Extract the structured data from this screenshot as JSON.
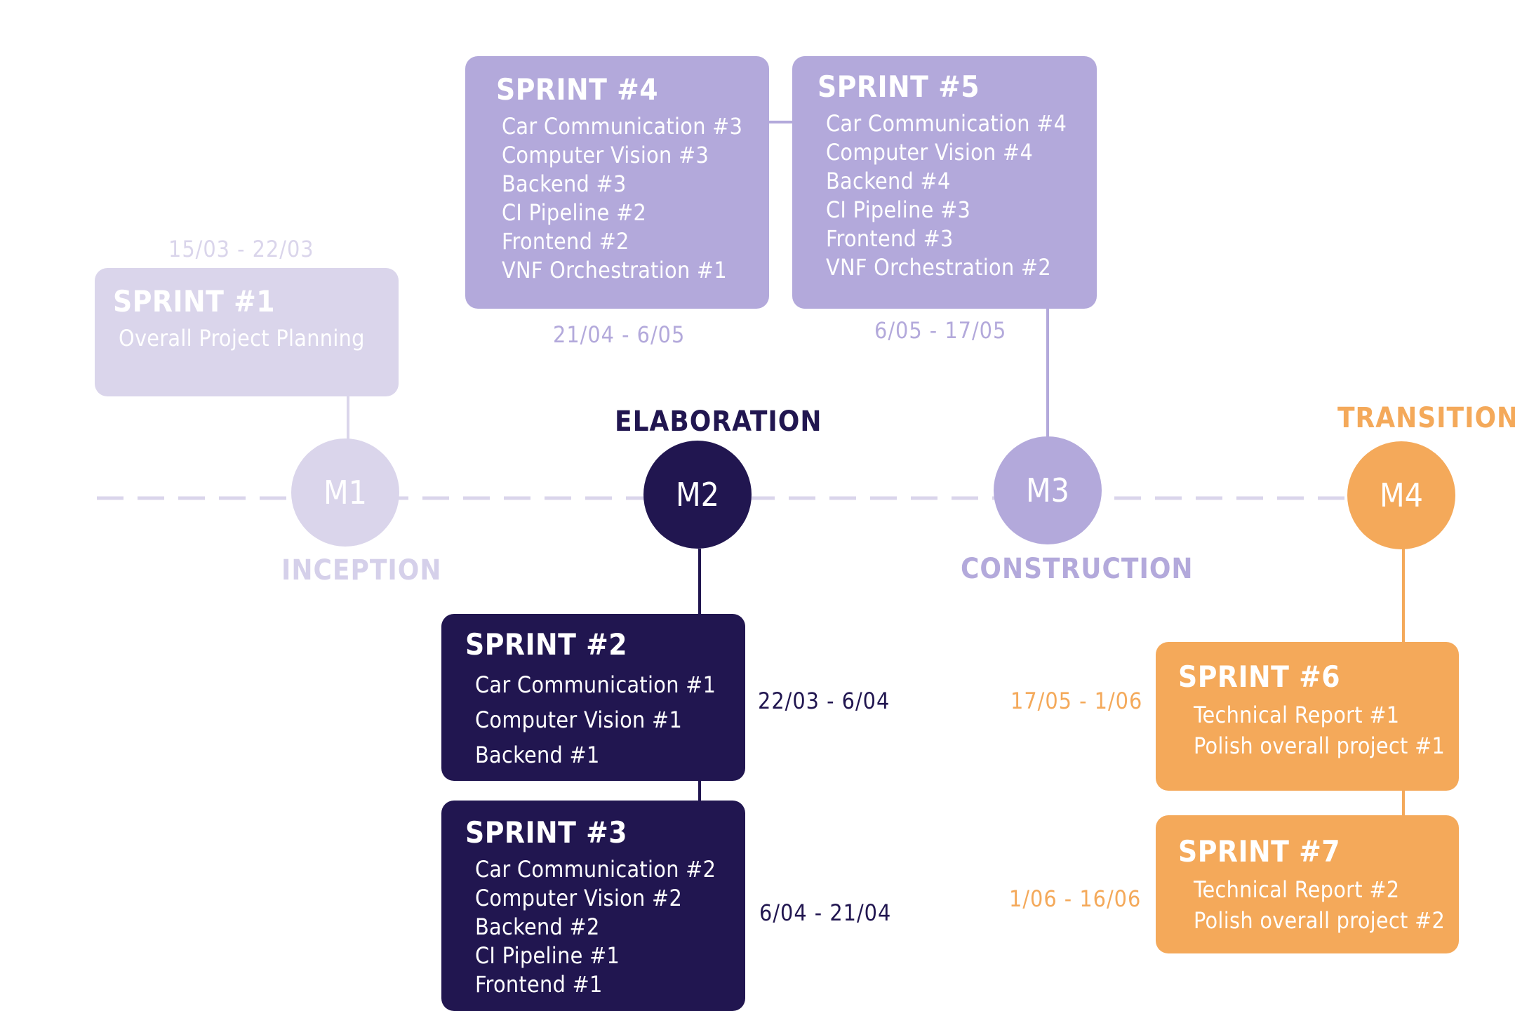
{
  "colors": {
    "inception": "#dad5eb",
    "inception_text": "#d5d0ea",
    "elaboration": "#211650",
    "construction": "#b3a9db",
    "transition": "#f4a95a",
    "timeline_dash": "#dad5eb"
  },
  "phases": {
    "inception": "INCEPTION",
    "elaboration": "ELABORATION",
    "construction": "CONSTRUCTION",
    "transition": "TRANSITION"
  },
  "milestones": {
    "m1": "M1",
    "m2": "M2",
    "m3": "M3",
    "m4": "M4"
  },
  "sprints": {
    "s1": {
      "title": "SPRINT #1",
      "date": "15/03  -  22/03",
      "items": [
        "Overall Project Planning"
      ]
    },
    "s2": {
      "title": "SPRINT #2",
      "date": "22/03  -  6/04",
      "items": [
        "Car Communication #1",
        "Computer Vision #1",
        "Backend #1"
      ]
    },
    "s3": {
      "title": "SPRINT #3",
      "date": "6/04  -  21/04",
      "items": [
        "Car Communication #2",
        "Computer Vision #2",
        "Backend #2",
        "CI Pipeline #1",
        "Frontend #1"
      ]
    },
    "s4": {
      "title": "SPRINT #4",
      "date": "21/04  -  6/05",
      "items": [
        "Car Communication #3",
        "Computer Vision #3",
        "Backend #3",
        "CI Pipeline #2",
        "Frontend #2",
        "VNF Orchestration #1"
      ]
    },
    "s5": {
      "title": "SPRINT #5",
      "date": "6/05  -  17/05",
      "items": [
        "Car Communication #4",
        "Computer Vision #4",
        "Backend #4",
        "CI Pipeline #3",
        "Frontend #3",
        "VNF Orchestration #2"
      ]
    },
    "s6": {
      "title": "SPRINT #6",
      "date": "17/05  -  1/06",
      "items": [
        "Technical Report #1",
        "Polish overall project #1"
      ]
    },
    "s7": {
      "title": "SPRINT #7",
      "date": "1/06  -  16/06",
      "items": [
        "Technical Report #2",
        "Polish overall project #2"
      ]
    }
  }
}
